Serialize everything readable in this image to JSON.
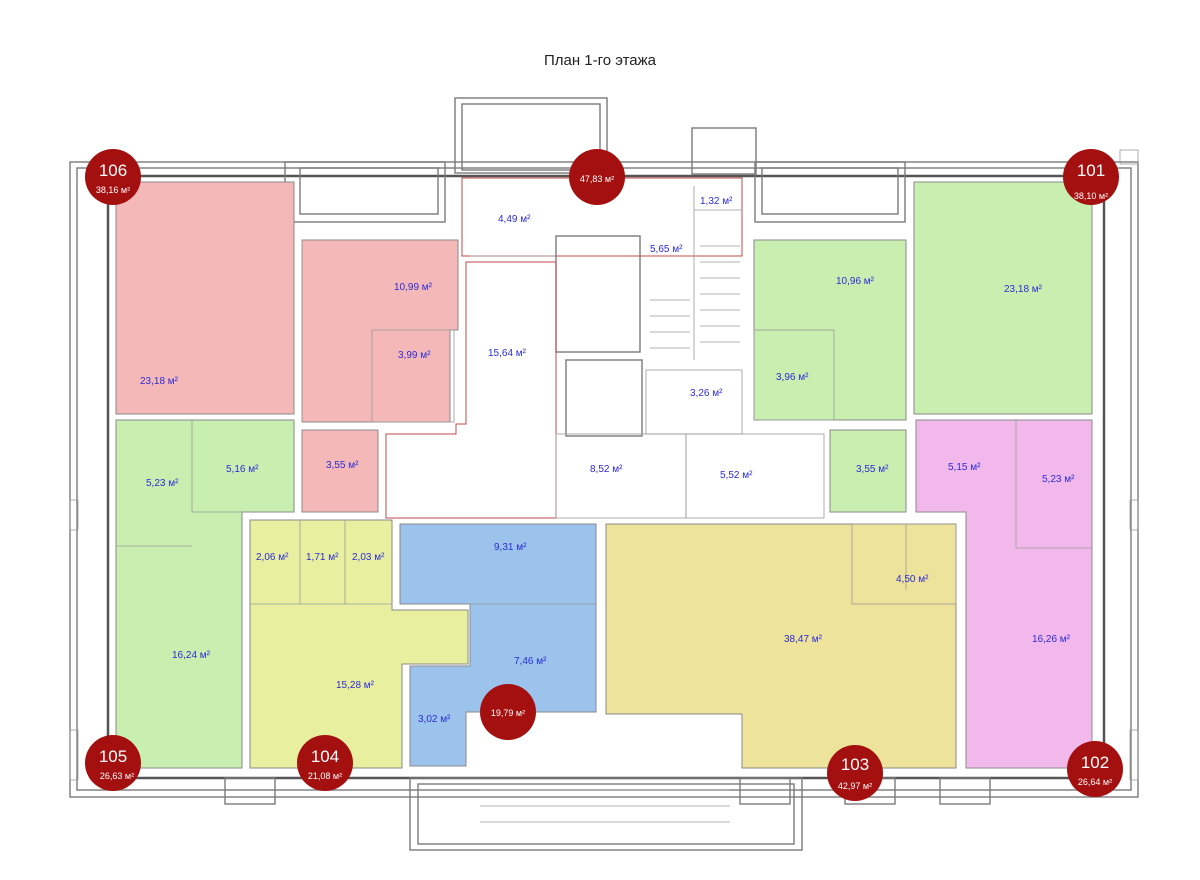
{
  "title": "План 1-го этажа",
  "colors": {
    "apt106": "#f4b8b8",
    "apt105": "#c8efb0",
    "apt104": "#e8f0a0",
    "apt103": "#ede39a",
    "apt102": "#f2b8ec",
    "apt101": "#c8efb0",
    "blue": "#9cc3ec",
    "badge": "#a40f0f"
  },
  "badges": [
    {
      "id": "106",
      "number": "106",
      "area": "38,16 м²"
    },
    {
      "id": "101",
      "number": "101",
      "area": "38,10 м²"
    },
    {
      "id": "common",
      "number": "",
      "area": "47,83 м²"
    },
    {
      "id": "105",
      "number": "105",
      "area": "26,63 м²"
    },
    {
      "id": "104",
      "number": "104",
      "area": "21,08 м²"
    },
    {
      "id": "center",
      "number": "",
      "area": "19,79 м²"
    },
    {
      "id": "103",
      "number": "103",
      "area": "42,97 м²"
    },
    {
      "id": "102",
      "number": "102",
      "area": "26,64 м²"
    }
  ],
  "rooms": [
    {
      "id": "r106-main",
      "area": "23,18 м²"
    },
    {
      "id": "r106-kitchen",
      "area": "10,99 м²"
    },
    {
      "id": "r106-bath",
      "area": "3,99 м²"
    },
    {
      "id": "r106-hall",
      "area": "3,55 м²"
    },
    {
      "id": "c-4-49",
      "area": "4,49 м²"
    },
    {
      "id": "c-1-32",
      "area": "1,32 м²"
    },
    {
      "id": "c-5-65",
      "area": "5,65 м²"
    },
    {
      "id": "c-15-64",
      "area": "15,64 м²"
    },
    {
      "id": "c-3-26",
      "area": "3,26 м²"
    },
    {
      "id": "c-8-52",
      "area": "8,52 м²"
    },
    {
      "id": "c-5-52",
      "area": "5,52 м²"
    },
    {
      "id": "r101-kitchen",
      "area": "10,96 м²"
    },
    {
      "id": "r101-main",
      "area": "23,18 м²"
    },
    {
      "id": "r101-bath",
      "area": "3,96 м²"
    },
    {
      "id": "r101-hall",
      "area": "3,55 м²"
    },
    {
      "id": "r105-bath",
      "area": "5,23 м²"
    },
    {
      "id": "r105-hall",
      "area": "5,16 м²"
    },
    {
      "id": "r105-main",
      "area": "16,24 м²"
    },
    {
      "id": "r104-a",
      "area": "2,06 м²"
    },
    {
      "id": "r104-b",
      "area": "1,71 м²"
    },
    {
      "id": "r104-c",
      "area": "2,03 м²"
    },
    {
      "id": "r104-main",
      "area": "15,28 м²"
    },
    {
      "id": "b-9-31",
      "area": "9,31 м²"
    },
    {
      "id": "b-7-46",
      "area": "7,46 м²"
    },
    {
      "id": "b-3-02",
      "area": "3,02 м²"
    },
    {
      "id": "r103-main",
      "area": "38,47 м²"
    },
    {
      "id": "r103-bath",
      "area": "4,50 м²"
    },
    {
      "id": "r102-hall",
      "area": "5,15 м²"
    },
    {
      "id": "r102-bath",
      "area": "5,23 м²"
    },
    {
      "id": "r102-main",
      "area": "16,26 м²"
    }
  ]
}
